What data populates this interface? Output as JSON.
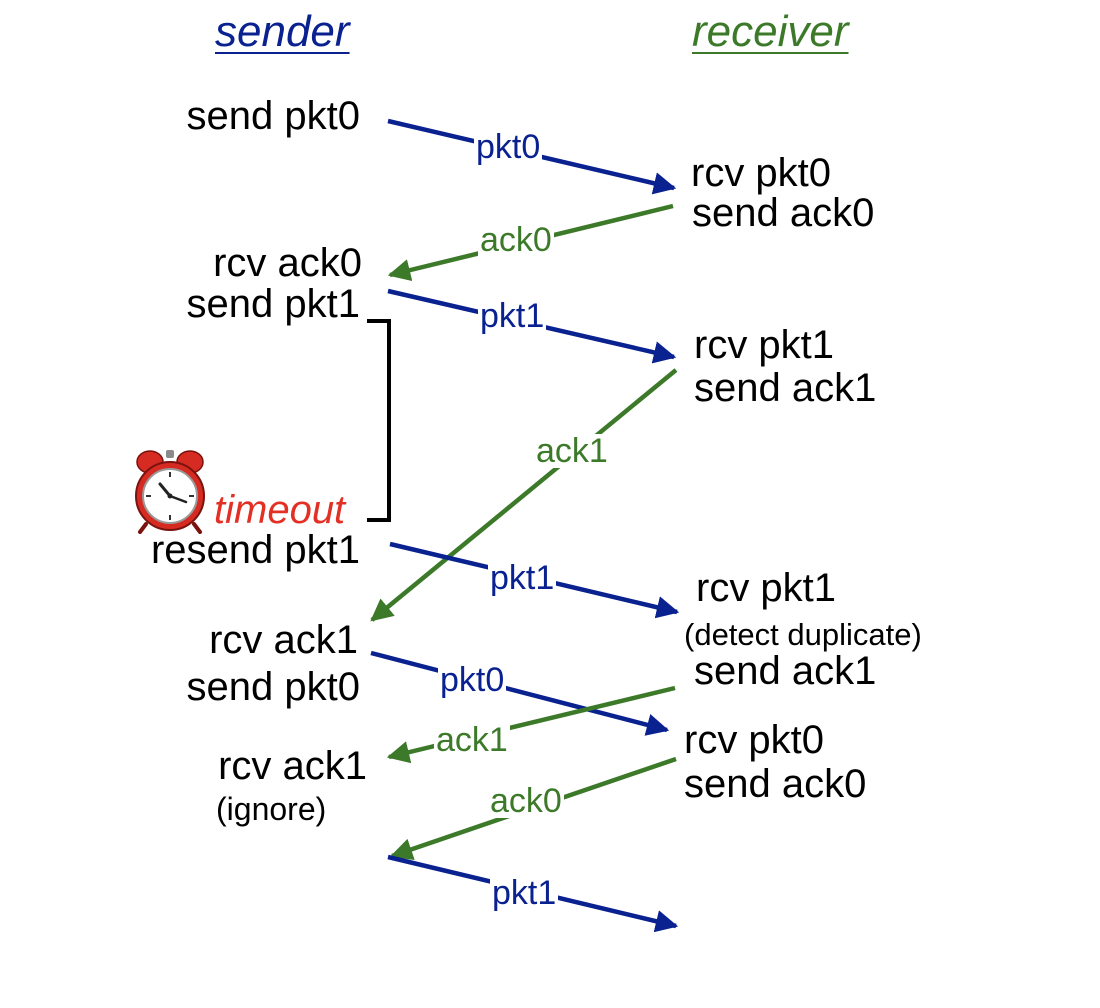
{
  "colors": {
    "pkt": "#0a2190",
    "ack": "#3c7a2a",
    "timeout": "#e33025",
    "text": "#000000",
    "timer_bracket": "#000000"
  },
  "headers": {
    "sender": "sender",
    "receiver": "receiver"
  },
  "sender_events": {
    "e1": "send pkt0",
    "e2": "rcv ack0",
    "e3": "send pkt1",
    "timeout": "timeout",
    "e4": "resend pkt1",
    "e5": "rcv ack1",
    "e6": "send pkt0",
    "e7": "rcv ack1",
    "e7_note": "(ignore)"
  },
  "receiver_events": {
    "r1": "rcv pkt0",
    "r2": "send ack0",
    "r3": "rcv pkt1",
    "r4": "send ack1",
    "r5": "rcv pkt1",
    "r5_note": "(detect duplicate)",
    "r6": "send ack1",
    "r7": "rcv pkt0",
    "r8": "send ack0"
  },
  "messages": {
    "m1": "pkt0",
    "m2": "ack0",
    "m3": "pkt1",
    "m4": "ack1",
    "m5": "pkt1",
    "m6": "pkt0",
    "m7": "ack1",
    "m8": "ack0",
    "m9": "pkt1"
  },
  "icons": {
    "timer": "alarm-clock-icon"
  }
}
